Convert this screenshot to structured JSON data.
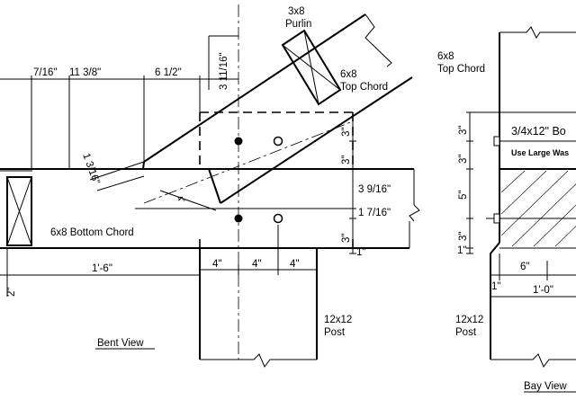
{
  "labels": {
    "purlin": "3x8",
    "purlin_name": "Purlin",
    "top_chord_size": "6x8",
    "top_chord_name": "Top Chord",
    "bottom_chord": "6x8 Bottom Chord",
    "post_size": "12x12",
    "post_name": "Post",
    "bent_view": "Bent View",
    "bay_view": "Bay View",
    "bay_top_chord_size": "6x8",
    "bay_top_chord_name": "Top Chord",
    "bolt_label": "3/4x12\" Bo",
    "washer_label": "Use Large Was"
  },
  "dims": {
    "d_7_16": "7/16\"",
    "d_11_3_8": "11 3/8\"",
    "d_6_1_2": "6 1/2\"",
    "d_3_11_16": "3 11/16\"",
    "d_3_a": "3\"",
    "d_3_b": "3\"",
    "d_3_9_16": "3 9/16\"",
    "d_1_7_16": "1 7/16\"",
    "d_3_c": "3\"",
    "d_1_a": "1\"",
    "d_1_3_16": "1 3/16\"",
    "d_4": "4\"",
    "d_1_6": "1'-6\"",
    "d_2": "2\"",
    "d_4a": "4\"",
    "d_4b": "4\"",
    "d_4c": "4\"",
    "bay_3a": "3\"",
    "bay_3b": "3\"",
    "bay_5": "5\"",
    "bay_3c": "3\"",
    "bay_1": "1\"",
    "bay_6": "6\"",
    "bay_1b": "1\"",
    "bay_1_0": "1'-0\""
  }
}
